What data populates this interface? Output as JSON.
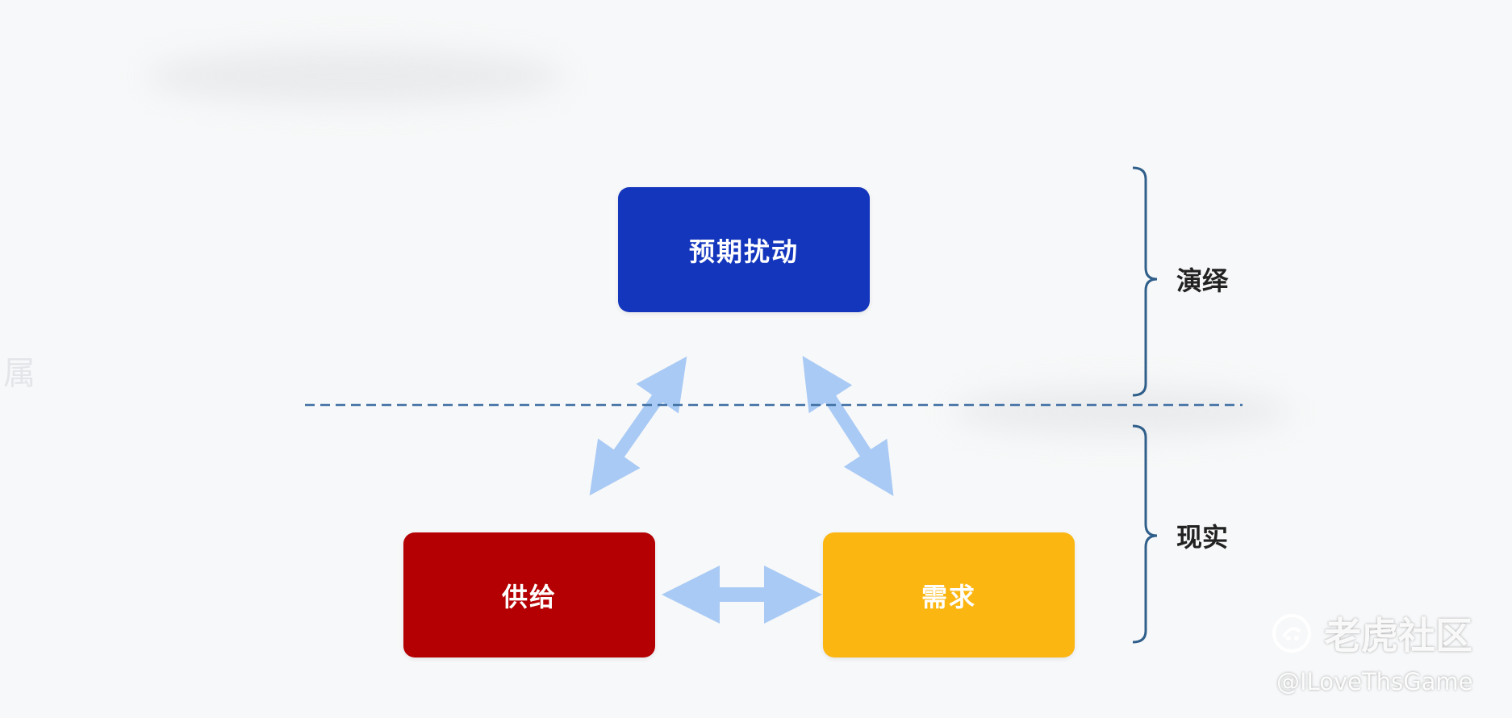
{
  "nodes": {
    "expectation": "预期扰动",
    "supply": "供给",
    "demand": "需求"
  },
  "brackets": {
    "top": "演绎",
    "bottom": "现实"
  },
  "watermark": {
    "brand": "老虎社区",
    "handle": "@ILoveThsGame"
  },
  "ghost_text": "属",
  "colors": {
    "expectation_box": "#1436bd",
    "supply_box": "#b50003",
    "demand_box": "#fbb612",
    "arrow": "#a9caf5",
    "divider": "#3f6fa3",
    "bracket": "#2f5f8a"
  }
}
